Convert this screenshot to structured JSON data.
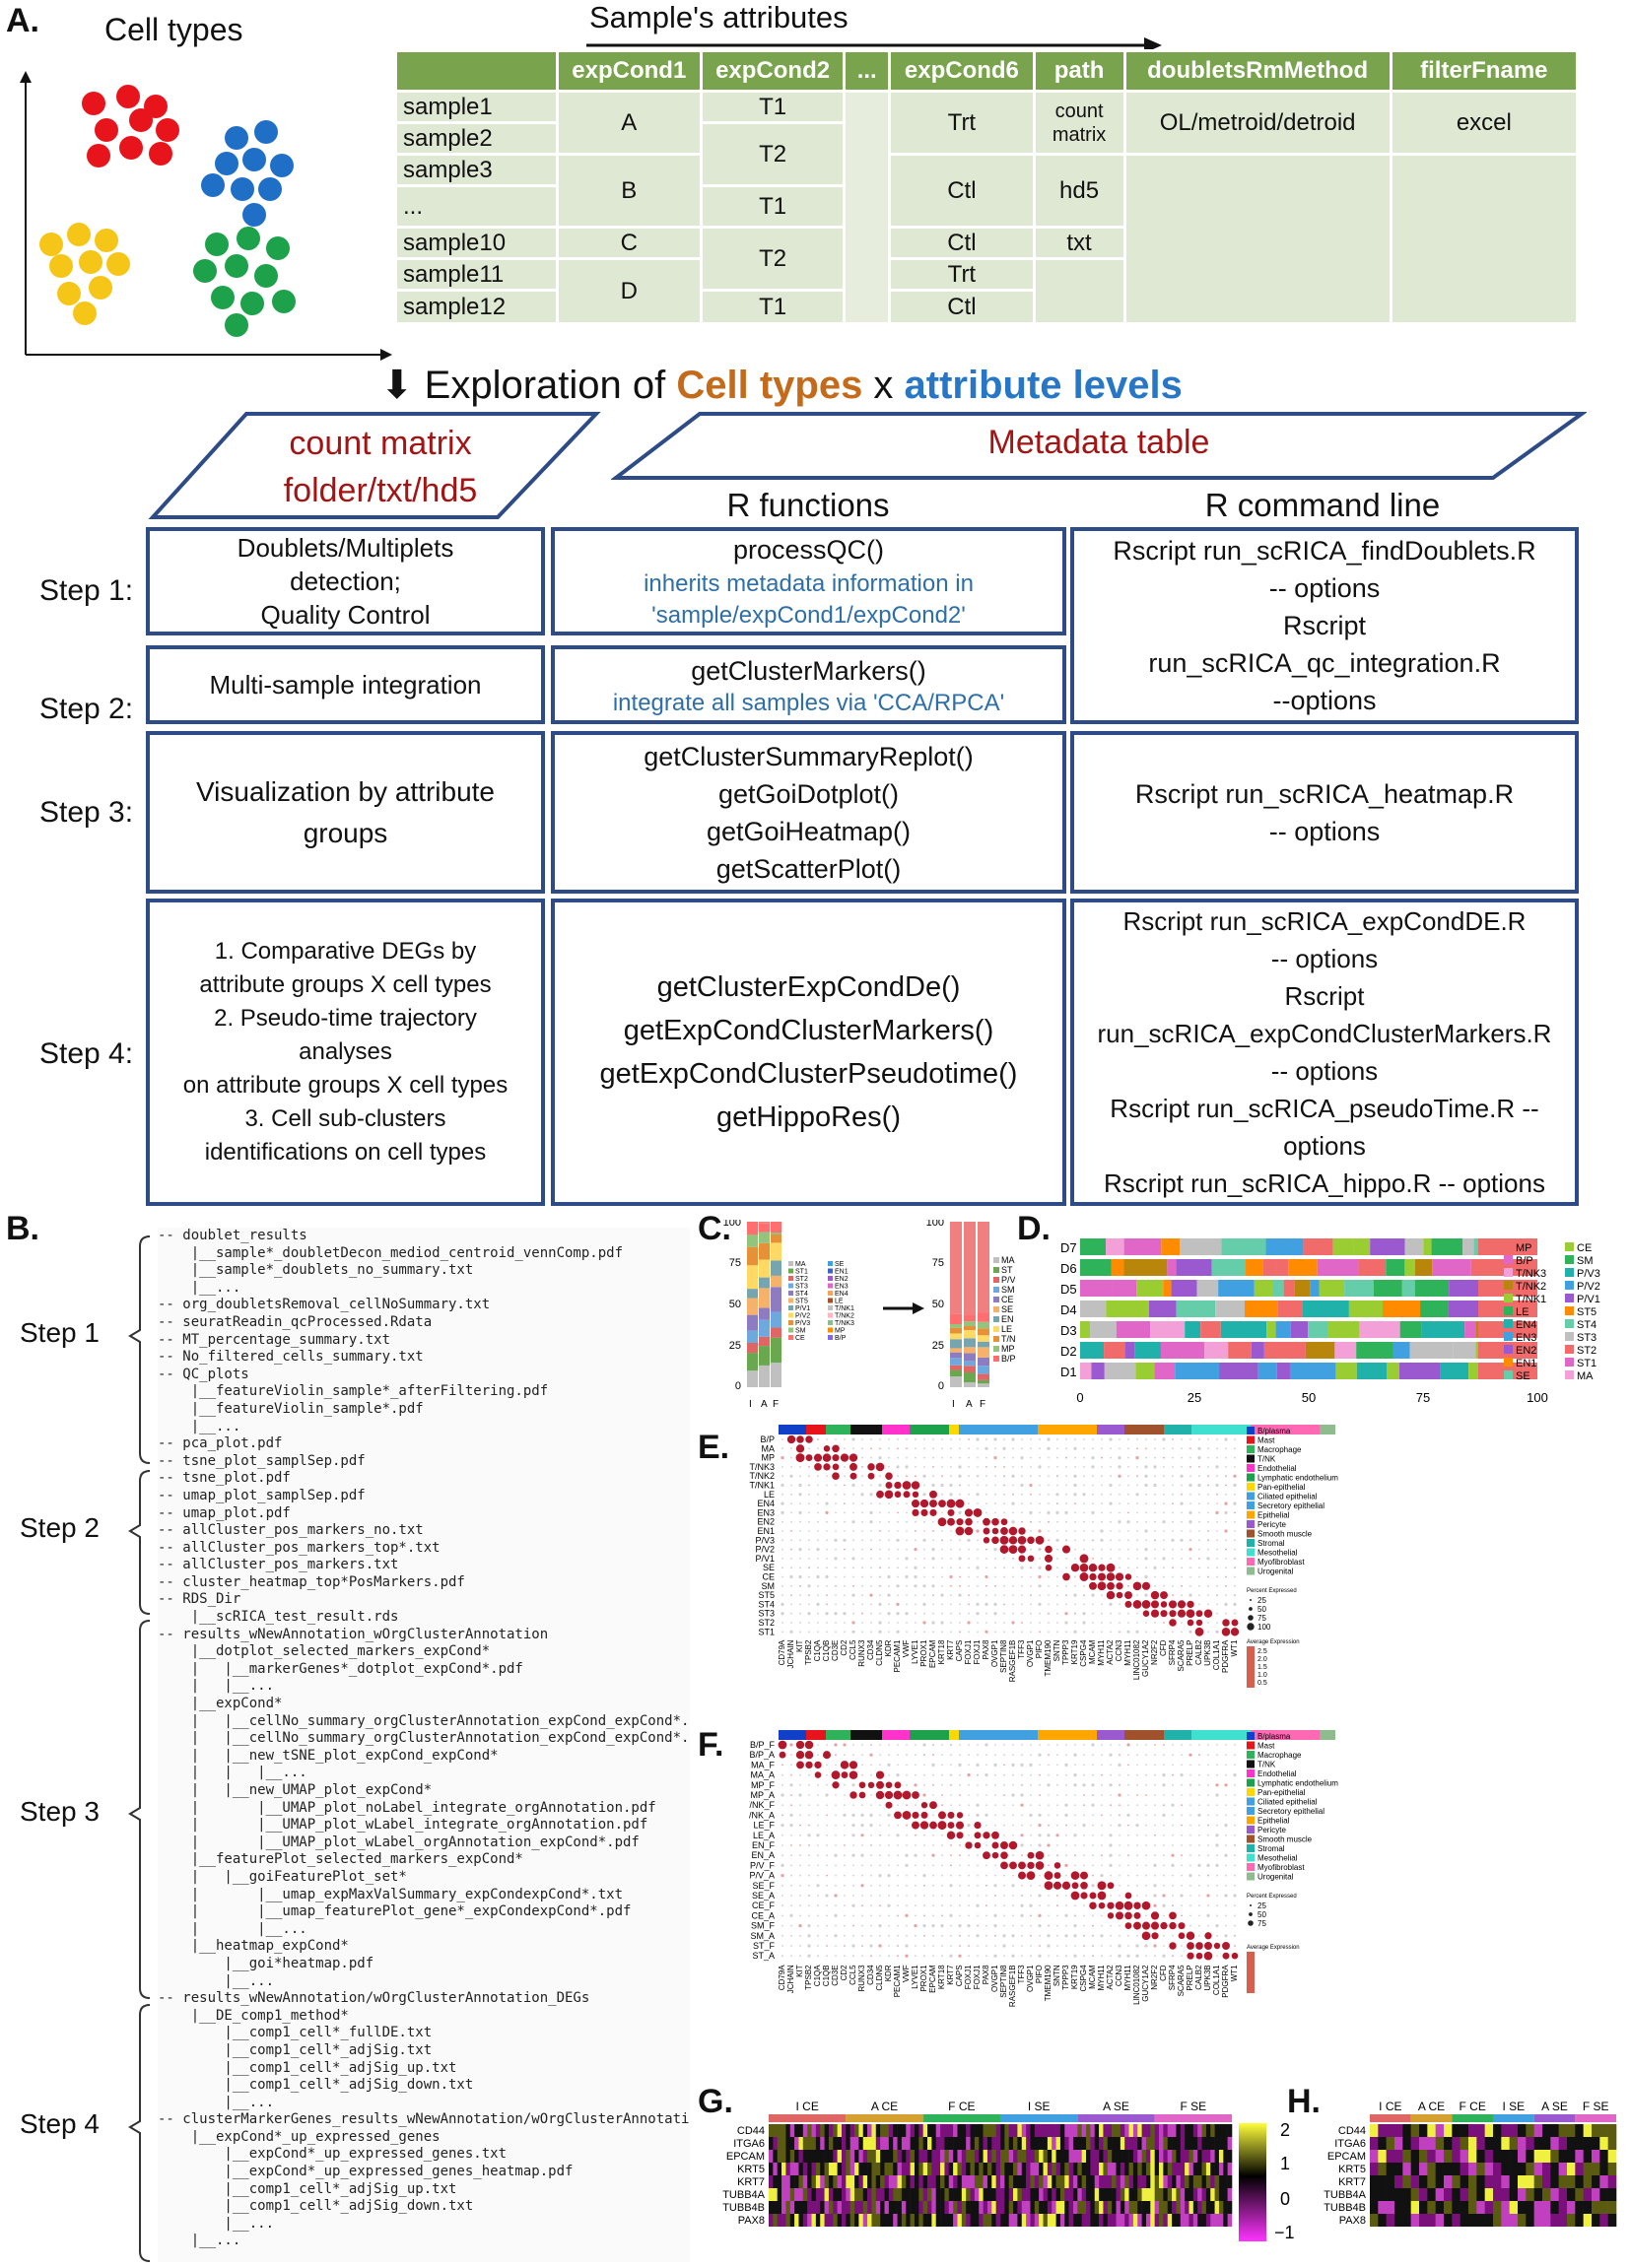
{
  "panelA": {
    "letter": "A.",
    "cell_types_title": "Cell types",
    "attributes_title": "Sample's attributes",
    "table": {
      "headers": [
        "",
        "expCond1",
        "expCond2",
        "...",
        "expCond6",
        "path",
        "doubletsRmMethod",
        "filterFname"
      ],
      "samples": [
        "sample1",
        "sample2",
        "sample3",
        "...",
        "sample10",
        "sample11",
        "sample12"
      ],
      "expCond1": [
        "A",
        "B",
        "C",
        "D"
      ],
      "expCond2": [
        "T1",
        "T2",
        "T1",
        "T2",
        "T1"
      ],
      "expCond6": [
        "Trt",
        "Ctl",
        "Ctl",
        "Trt",
        "Ctl"
      ],
      "path": [
        "count\nmatrix",
        "hd5",
        "txt"
      ],
      "doublets": "OL/metroid/detroid",
      "filter": "excel"
    },
    "exploration": {
      "prefix": "Exploration of ",
      "cell_types": "Cell types",
      "x": " x ",
      "attr": "attribute levels"
    },
    "count_matrix": "count matrix\nfolder/txt/hd5",
    "metadata": "Metadata table",
    "col_r_functions": "R functions",
    "col_r_cmd": "R command line",
    "steps": [
      {
        "label": "Step 1:",
        "desc": "Doublets/Multiplets\ndetection;\nQuality Control",
        "fn": "processQC()",
        "note": "inherits metadata information in\n'sample/expCond1/expCond2'",
        "cmd": "Rscript run_scRICA_findDoublets.R\n-- options\nRscript\nrun_scRICA_qc_integration.R\n--options"
      },
      {
        "label": "Step 2:",
        "desc": "Multi-sample integration",
        "fn": "getClusterMarkers()",
        "note": "integrate all samples via 'CCA/RPCA'"
      },
      {
        "label": "Step 3:",
        "desc": "Visualization by attribute\ngroups",
        "fn": "getClusterSummaryReplot()\ngetGoiDotplot()\ngetGoiHeatmap()\ngetScatterPlot()",
        "cmd": "Rscript run_scRICA_heatmap.R\n-- options"
      },
      {
        "label": "Step 4:",
        "desc": "1. Comparative DEGs by\nattribute groups X cell types\n2. Pseudo-time trajectory\nanalyses\non attribute groups X cell types\n3. Cell sub-clusters\nidentifications on cell types",
        "fn": "getClusterExpCondDe()\ngetExpCondClusterMarkers()\ngetExpCondClusterPseudotime()\ngetHippoRes()",
        "cmd": "Rscript run_scRICA_expCondDE.R\n-- options\nRscript\nrun_scRICA_expCondClusterMarkers.R\n-- options\nRscript run_scRICA_pseudoTime.R --\noptions\nRscript run_scRICA_hippo.R -- options"
      }
    ]
  },
  "panelB": {
    "letter": "B.",
    "steps": [
      "Step 1",
      "Step 2",
      "Step 3",
      "Step 4"
    ],
    "tree": "-- doublet_results\n    |__sample*_doubletDecon_mediod_centroid_vennComp.pdf\n    |__sample*_doublets_no_summary.txt\n    |__...\n-- org_doubletsRemoval_cellNoSummary.txt\n-- seuratReadin_qcProcessed.Rdata\n-- MT_percentage_summary.txt\n-- No_filtered_cells_summary.txt\n-- QC_plots\n    |__featureViolin_sample*_afterFiltering.pdf\n    |__featureViolin_sample*.pdf\n    |__...\n-- pca_plot.pdf\n-- tsne_plot_samplSep.pdf\n-- tsne_plot.pdf\n-- umap_plot_samplSep.pdf\n-- umap_plot.pdf\n-- allCluster_pos_markers_no.txt\n-- allCluster_pos_markers_top*.txt\n-- allCluster_pos_markers.txt\n-- cluster_heatmap_top*PosMarkers.pdf\n-- RDS_Dir\n    |__scRICA_test_result.rds\n-- results_wNewAnnotation_wOrgClusterAnnotation\n    |__dotplot_selected_markers_expCond*\n    |   |__markerGenes*_dotplot_expCond*.pdf\n    |   |__...\n    |__expCond*\n    |   |__cellNo_summary_orgClusterAnnotation_expCond_expCond*.pdf\n    |   |__cellNo_summary_orgClusterAnnotation_expCond_expCond*.txt\n    |   |__new_tSNE_plot_expCond_expCond*\n    |   |   |__...\n    |   |__new_UMAP_plot_expCond*\n    |       |__UMAP_plot_noLabel_integrate_orgAnnotation.pdf\n    |       |__UMAP_plot_wLabel_integrate_orgAnnotation.pdf\n    |       |__UMAP_plot_wLabel_orgAnnotation_expCond*.pdf\n    |__featurePlot_selected_markers_expCond*\n    |   |__goiFeaturePlot_set*\n    |       |__umap_expMaxValSummary_expCondexpCond*.txt\n    |       |__umap_featurePlot_gene*_expCondexpCond*.pdf\n    |       |__...\n    |__heatmap_expCond*\n        |__goi*heatmap.pdf\n        |__...\n-- results_wNewAnnotation/wOrgClusterAnnotation_DEGs\n    |__DE_comp1_method*\n        |__comp1_cell*_fullDE.txt\n        |__comp1_cell*_adjSig.txt\n        |__comp1_cell*_adjSig_up.txt\n        |__comp1_cell*_adjSig_down.txt\n        |__...\n-- clusterMarkerGenes_results_wNewAnnotation/wOrgClusterAnnotation\n    |__expCond*_up_expressed_genes\n        |__expCond*_up_expressed_genes.txt\n        |__expCond*_up_expressed_genes_heatmap.pdf\n        |__comp1_cell*_adjSig_up.txt\n        |__comp1_cell*_adjSig_down.txt\n        |__...\n    |__..."
  },
  "panelC": {
    "letter": "C.",
    "yticks": [
      "100",
      "75",
      "50",
      "25",
      "0"
    ],
    "xlabels": [
      "I",
      "A",
      "F"
    ],
    "legend1": [
      "MA",
      "ST1",
      "ST2",
      "ST3",
      "ST4",
      "ST5",
      "P/V1",
      "P/V2",
      "P/V3",
      "SM",
      "CE"
    ],
    "legend2": [
      "SE",
      "EN1",
      "EN2",
      "EN3",
      "EN4",
      "LE",
      "T/NK1",
      "T/NK2",
      "T/NK3",
      "MP",
      "B/P"
    ],
    "legend_right": [
      "MA",
      "ST",
      "P/V",
      "SM",
      "CE",
      "SE",
      "EN",
      "LE",
      "T/NK",
      "MP",
      "B/P"
    ]
  },
  "panelD": {
    "letter": "D.",
    "rows": [
      "D7",
      "D6",
      "D5",
      "D4",
      "D3",
      "D2",
      "D1"
    ],
    "xticks": [
      "0",
      "25",
      "50",
      "75",
      "100"
    ],
    "legend1": [
      "MP",
      "B/P",
      "T/NK3",
      "T/NK2",
      "T/NK1",
      "LE",
      "EN4",
      "EN3",
      "EN2",
      "EN1",
      "SE"
    ],
    "legend2": [
      "CE",
      "SM",
      "P/V3",
      "P/V2",
      "P/V1",
      "ST5",
      "ST4",
      "ST3",
      "ST2",
      "ST1",
      "MA"
    ]
  },
  "panelE": {
    "letter": "E.",
    "rows": [
      "B/P",
      "MA",
      "MP",
      "T/NK3",
      "T/NK2",
      "T/NK1",
      "LE",
      "EN4",
      "EN3",
      "EN2",
      "EN1",
      "P/V3",
      "P/V2",
      "P/V1",
      "SE",
      "CE",
      "SM",
      "ST5",
      "ST4",
      "ST3",
      "ST2",
      "ST1"
    ],
    "genes": [
      "CD79A",
      "JCHAIN",
      "KIT",
      "TPSB2",
      "C1QA",
      "C1QB",
      "CD3E",
      "CD2",
      "CCL5",
      "RUNX3",
      "CD34",
      "CLDN5",
      "KDR",
      "PECAM1",
      "VWF",
      "LYVE1",
      "PROX1",
      "EPCAM",
      "KRT18",
      "KRT7",
      "CAPS",
      "FOXJ1",
      "FOXJ1",
      "PAX8",
      "OVGP1",
      "SEPTIN8",
      "RASGEF1B",
      "TFF3",
      "OVGP1",
      "PIFO",
      "TMEM190",
      "SNTN",
      "TPPP3",
      "KRT19",
      "CSPG4",
      "MCAM",
      "MYH11",
      "ACTA2",
      "CCN3",
      "MYH11",
      "LINC01082",
      "GUCY1A2",
      "NR2F2",
      "CFD",
      "SFRP4",
      "SCARA5",
      "PRELP",
      "CALB2",
      "UPK3B",
      "COL1A1",
      "PDGFRA",
      "WT1"
    ],
    "legend": [
      "B/plasma",
      "Mast",
      "Macrophage",
      "T/NK",
      "Endothelial",
      "Lymphatic endothelium",
      "Pan-epithelial",
      "Ciliated epithelial",
      "Secretory epithelial",
      "Epithelial",
      "Pericyte",
      "Smooth muscle",
      "Stromal",
      "Mesothelial",
      "Myofibroblast",
      "Urogenital"
    ],
    "pct_title": "Percent Expressed",
    "pct_values": [
      "25",
      "50",
      "75",
      "100"
    ],
    "avg_title": "Average Expression",
    "avg_values": [
      "2.5",
      "2.0",
      "1.5",
      "1.0",
      "0.5"
    ]
  },
  "panelF": {
    "letter": "F.",
    "rows": [
      "B/P_F",
      "B/P_A",
      "MA_F",
      "MA_A",
      "MP_F",
      "MP_A",
      "T/NK_F",
      "T/NK_A",
      "LE_F",
      "LE_A",
      "EN_F",
      "EN_A",
      "P/V_F",
      "P/V_A",
      "SE_F",
      "SE_A",
      "CE_F",
      "CE_A",
      "SM_F",
      "SM_A",
      "ST_F",
      "ST_A"
    ],
    "legend": [
      "B/plasma",
      "Mast",
      "Macrophage",
      "T/NK",
      "Endothelial",
      "Lymphatic endothelium",
      "Pan-epithelial",
      "Ciliated epithelial",
      "Secretory epithelial",
      "Epithelial",
      "Pericyte",
      "Smooth muscle",
      "Stromal",
      "Mesothelial",
      "Myofibroblast",
      "Urogenital"
    ],
    "pct_title": "Percent Expressed",
    "pct_values": [
      "25",
      "50",
      "75"
    ],
    "avg_title": "Average Expression"
  },
  "panelG": {
    "letter": "G.",
    "groups": [
      "I CE",
      "A CE",
      "F CE",
      "I SE",
      "A SE",
      "F SE"
    ],
    "genes": [
      "CD44",
      "ITGA6",
      "EPCAM",
      "KRT5",
      "KRT7",
      "TUBB4A",
      "TUBB4B",
      "PAX8"
    ],
    "scale": [
      "2",
      "1",
      "0",
      "−1"
    ]
  },
  "panelH": {
    "letter": "H.",
    "groups": [
      "I CE",
      "A CE",
      "F CE",
      "I SE",
      "A SE",
      "F SE"
    ],
    "genes": [
      "CD44",
      "ITGA6",
      "EPCAM",
      "KRT5",
      "KRT7",
      "TUBB4A",
      "TUBB4B",
      "PAX8"
    ]
  },
  "colors": {
    "blue_box": "#2d4b86",
    "header_green": "#79a34d",
    "cell_green": "#dfe8d3",
    "orange": "#c46a1b",
    "blue_text": "#2877c6",
    "red_text": "#a31515"
  }
}
